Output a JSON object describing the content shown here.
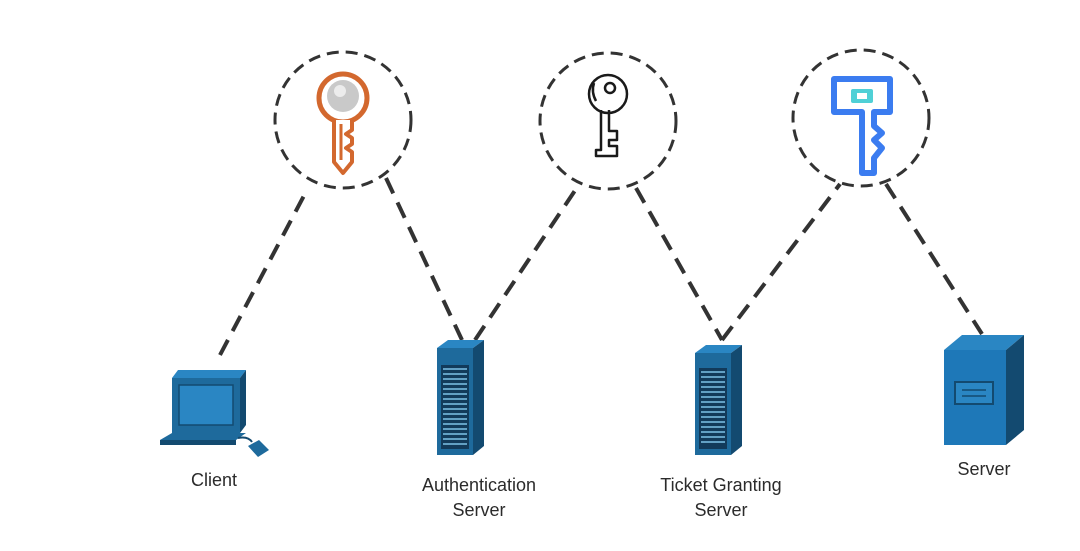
{
  "nodes": {
    "client": {
      "label": "Client"
    },
    "auth_server": {
      "label_line1": "Authentication",
      "label_line2": "Server"
    },
    "tgs": {
      "label_line1": "Ticket Granting",
      "label_line2": "Server"
    },
    "server": {
      "label": "Server"
    }
  },
  "keys": {
    "client_key": {
      "icon": "orange-key-icon",
      "color": "#d3682e"
    },
    "tgs_key": {
      "icon": "outline-key-icon",
      "color": "#1a1a1a"
    },
    "server_key": {
      "icon": "blue-key-icon",
      "color": "#3b7cf0",
      "accent": "#4fd0d6"
    }
  },
  "colors": {
    "device": "#1e6a9c",
    "device_dark": "#134a70",
    "device_light": "#2a86c3",
    "line": "#333333"
  }
}
